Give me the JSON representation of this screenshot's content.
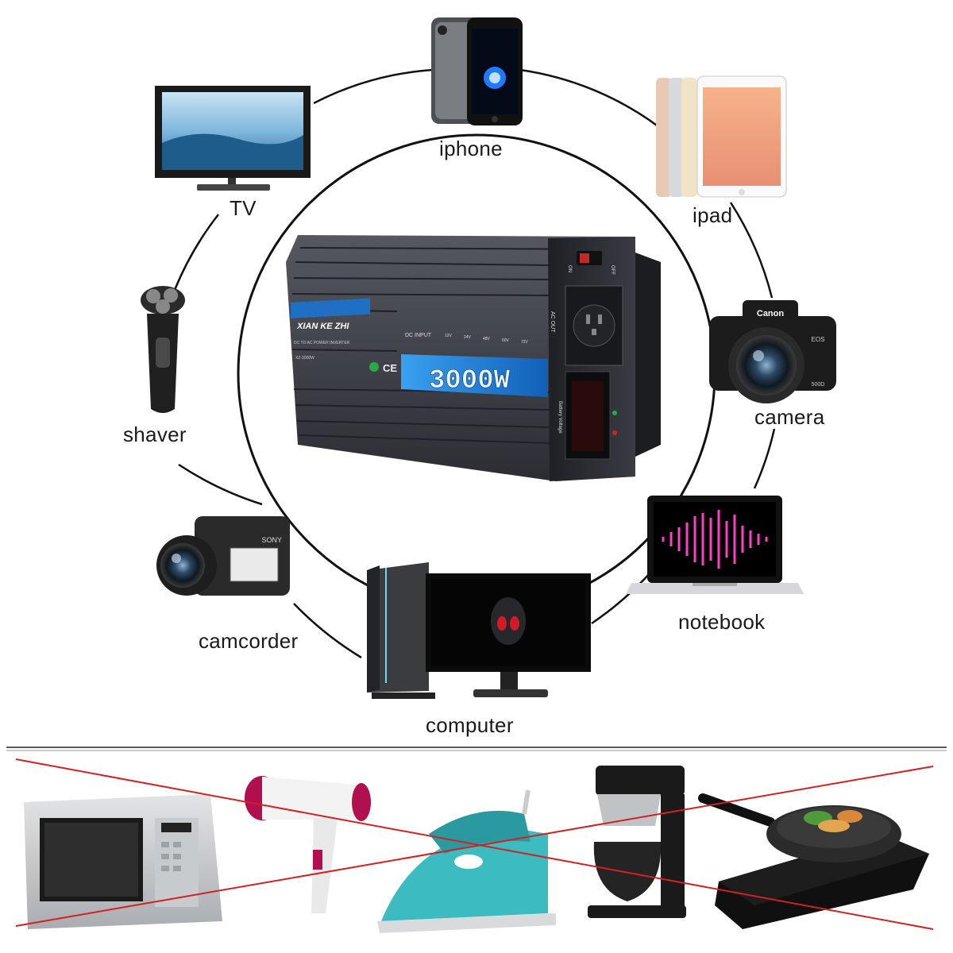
{
  "inverter": {
    "brand": "XIAN KE ZHI",
    "subtitle": "DC TO AC POWER INVERTER",
    "model": "XZ-3000W",
    "power": "3000W",
    "dc_input_label": "DC INPUT",
    "voltages": [
      "12V",
      "24V",
      "48V",
      "60V",
      "72V"
    ],
    "ac_out_label": "AC OUT",
    "on_label": "ON",
    "off_label": "OFF",
    "display_label": "Battery Voltage",
    "ce_mark": "CE"
  },
  "compatible_devices": [
    {
      "id": "iphone",
      "label": "iphone"
    },
    {
      "id": "ipad",
      "label": "ipad"
    },
    {
      "id": "camera",
      "label": "camera"
    },
    {
      "id": "notebook",
      "label": "notebook"
    },
    {
      "id": "computer",
      "label": "computer"
    },
    {
      "id": "camcorder",
      "label": "camcorder"
    },
    {
      "id": "shaver",
      "label": "shaver"
    },
    {
      "id": "tv",
      "label": "TV"
    }
  ],
  "camera_brand": "Canon",
  "camera_model": "EOS",
  "camera_sub": "500D",
  "camcorder_brand": "SONY",
  "incompatible_devices": [
    "microwave",
    "hair-dryer",
    "iron",
    "coffee-maker",
    "induction-cooker"
  ],
  "colors": {
    "ring": "#111111",
    "cross": "#d42020",
    "inverter_body": "#2a2c33",
    "power_banner": "#1f7fd6"
  }
}
